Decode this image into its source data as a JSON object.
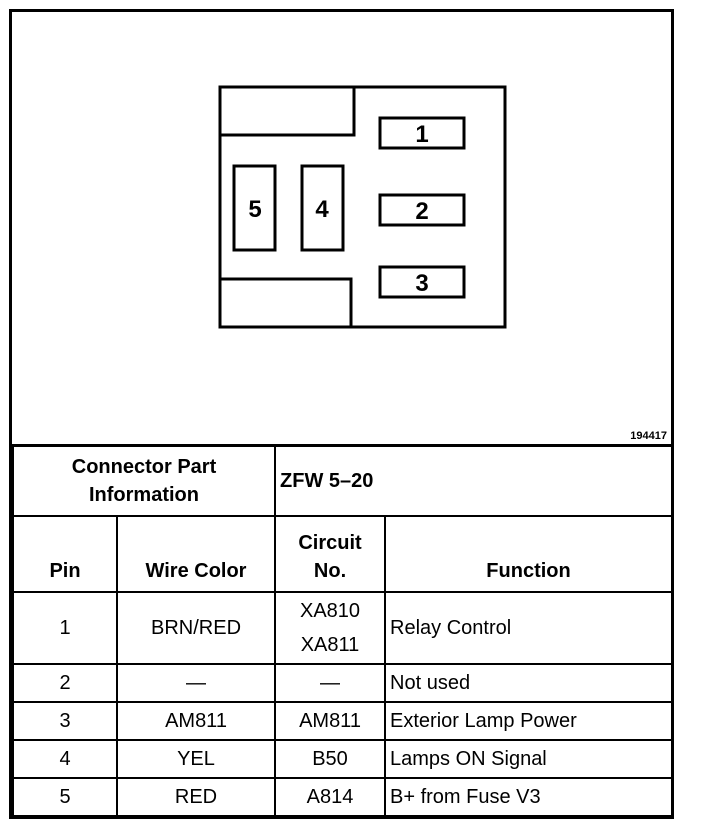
{
  "figure_id": "194417",
  "connector": {
    "pins": [
      "1",
      "2",
      "3",
      "4",
      "5"
    ]
  },
  "info": {
    "label": "Connector Part Information",
    "value": "ZFW 5–20"
  },
  "columns": {
    "pin": "Pin",
    "wire_color": "Wire Color",
    "circuit": "Circuit No.",
    "function": "Function"
  },
  "rows": [
    {
      "pin": "1",
      "wire_color": "BRN/RED",
      "circuit": [
        "XA810",
        "XA811"
      ],
      "function": "Relay Control"
    },
    {
      "pin": "2",
      "wire_color": "—",
      "circuit": [
        "—"
      ],
      "function": "Not used"
    },
    {
      "pin": "3",
      "wire_color": "AM811",
      "circuit": [
        "AM811"
      ],
      "function": "Exterior Lamp Power"
    },
    {
      "pin": "4",
      "wire_color": "YEL",
      "circuit": [
        "B50"
      ],
      "function": "Lamps ON Signal"
    },
    {
      "pin": "5",
      "wire_color": "RED",
      "circuit": [
        "A814"
      ],
      "function": "B+ from Fuse V3"
    }
  ]
}
